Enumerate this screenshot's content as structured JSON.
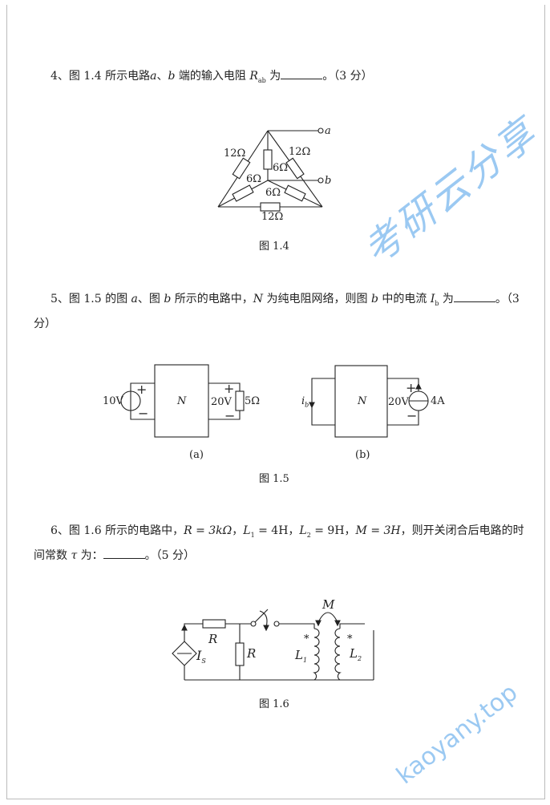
{
  "q4": {
    "num": "4、",
    "pre": "图 1.4 所示电路",
    "a": "a",
    "sep": "、",
    "b": "b",
    "mid": " 端的输入电阻 ",
    "R": "R",
    "sub": "ab",
    "post": " 为",
    "end": "。（3 分）"
  },
  "fig14": {
    "caption": "图 1.4",
    "r12": "12Ω",
    "r6": "6Ω",
    "term_a": "a",
    "term_b": "b"
  },
  "q5": {
    "num": "5、",
    "pre": "图 1.5 的图 ",
    "a": "a",
    "mid1": "、图 ",
    "b": "b",
    "mid2": " 所示的电路中，",
    "N": "N",
    "mid3": " 为纯电阻网络，则图 ",
    "b2": "b",
    "mid4": " 中的电流 ",
    "I": "I",
    "sub": "b",
    "post": " 为",
    "end": "。（3",
    "line2": "分）"
  },
  "fig15": {
    "caption": "图 1.5",
    "a_label": "(a)",
    "b_label": "(b)",
    "N": "N",
    "v10": "10V",
    "v20": "20V",
    "r5": "5Ω",
    "a4": "4A",
    "ib": "i",
    "ib_sub": "b",
    "plus": "+",
    "minus": "−"
  },
  "q6": {
    "num": "6、",
    "pre": "图 1.6 所示的电路中，",
    "R": "R = 3kΩ",
    "L1": "L",
    "L1v": " = 4H",
    "L2": "L",
    "L2v": " = 9H",
    "M": "M = 3H",
    "post": "，则开关闭合后电路的时",
    "line2a": "间常数 ",
    "tau": "τ",
    "line2b": " 为：",
    "end": "。（5 分）"
  },
  "fig16": {
    "caption": "图 1.6",
    "R": "R",
    "Is": "I",
    "Is_sub": "S",
    "L": "L",
    "s1": "1",
    "s2": "2",
    "M": "M",
    "dot": "*"
  },
  "watermark": {
    "cn": "考研云分享",
    "url": "kaoyany.top",
    "color": "#7ab8ee"
  }
}
